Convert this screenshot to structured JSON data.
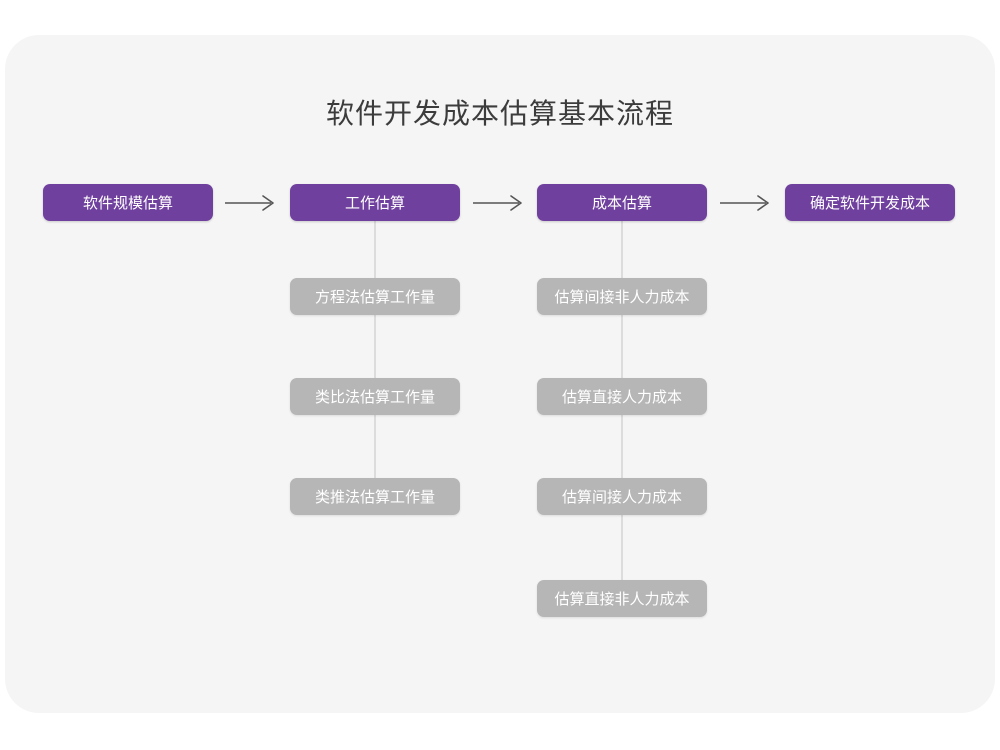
{
  "title": "软件开发成本估算基本流程",
  "colors": {
    "page_background": "#ffffff",
    "card_background": "#f5f5f5",
    "primary_node": "#70409f",
    "secondary_node": "#b6b6b6",
    "node_text": "#ffffff",
    "title_text": "#3c3c3c",
    "connector_line": "#dcdcdc",
    "arrow": "#555555"
  },
  "chart_data": {
    "type": "diagram",
    "title": "软件开发成本估算基本流程",
    "orientation": "left-to-right with vertical sub-branches",
    "main_flow": [
      "软件规模估算",
      "工作估算",
      "成本估算",
      "确定软件开发成本"
    ],
    "connectors": [
      "arrow-right",
      "arrow-right",
      "arrow-right"
    ]
  },
  "flow": {
    "stages": [
      {
        "id": "stage-1",
        "label": "软件规模估算",
        "sub_items": []
      },
      {
        "id": "stage-2",
        "label": "工作估算",
        "sub_items": [
          "方程法估算工作量",
          "类比法估算工作量",
          "类推法估算工作量"
        ]
      },
      {
        "id": "stage-3",
        "label": "成本估算",
        "sub_items": [
          "估算间接非人力成本",
          "估算直接人力成本",
          "估算间接人力成本",
          "估算直接非人力成本"
        ]
      },
      {
        "id": "stage-4",
        "label": "确定软件开发成本",
        "sub_items": []
      }
    ],
    "arrows": [
      {
        "id": "arrow-1",
        "glyph": "→"
      },
      {
        "id": "arrow-2",
        "glyph": "→"
      },
      {
        "id": "arrow-3",
        "glyph": "→"
      }
    ]
  }
}
